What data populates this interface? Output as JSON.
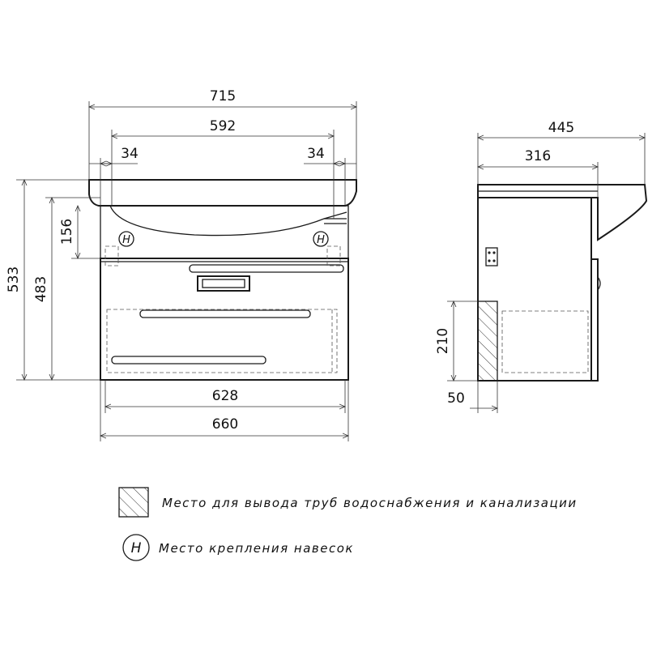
{
  "front_view": {
    "dimensions": {
      "total_width": "715",
      "basin_inner_width": "592",
      "left_offset": "34",
      "right_offset": "34",
      "height_total": "533",
      "height_cabinet": "483",
      "mount_height": "156",
      "cabinet_inner_width": "628",
      "cabinet_width": "660"
    },
    "mount_label": "H"
  },
  "side_view": {
    "dimensions": {
      "total_depth": "445",
      "cabinet_depth": "316",
      "pipe_zone_height": "210",
      "pipe_zone_offset": "50"
    }
  },
  "legend": {
    "pipe_zone_text": "Место для вывода труб водоснабжения и канализации",
    "mount_symbol": "H",
    "mount_text": "Место крепления навесок"
  }
}
